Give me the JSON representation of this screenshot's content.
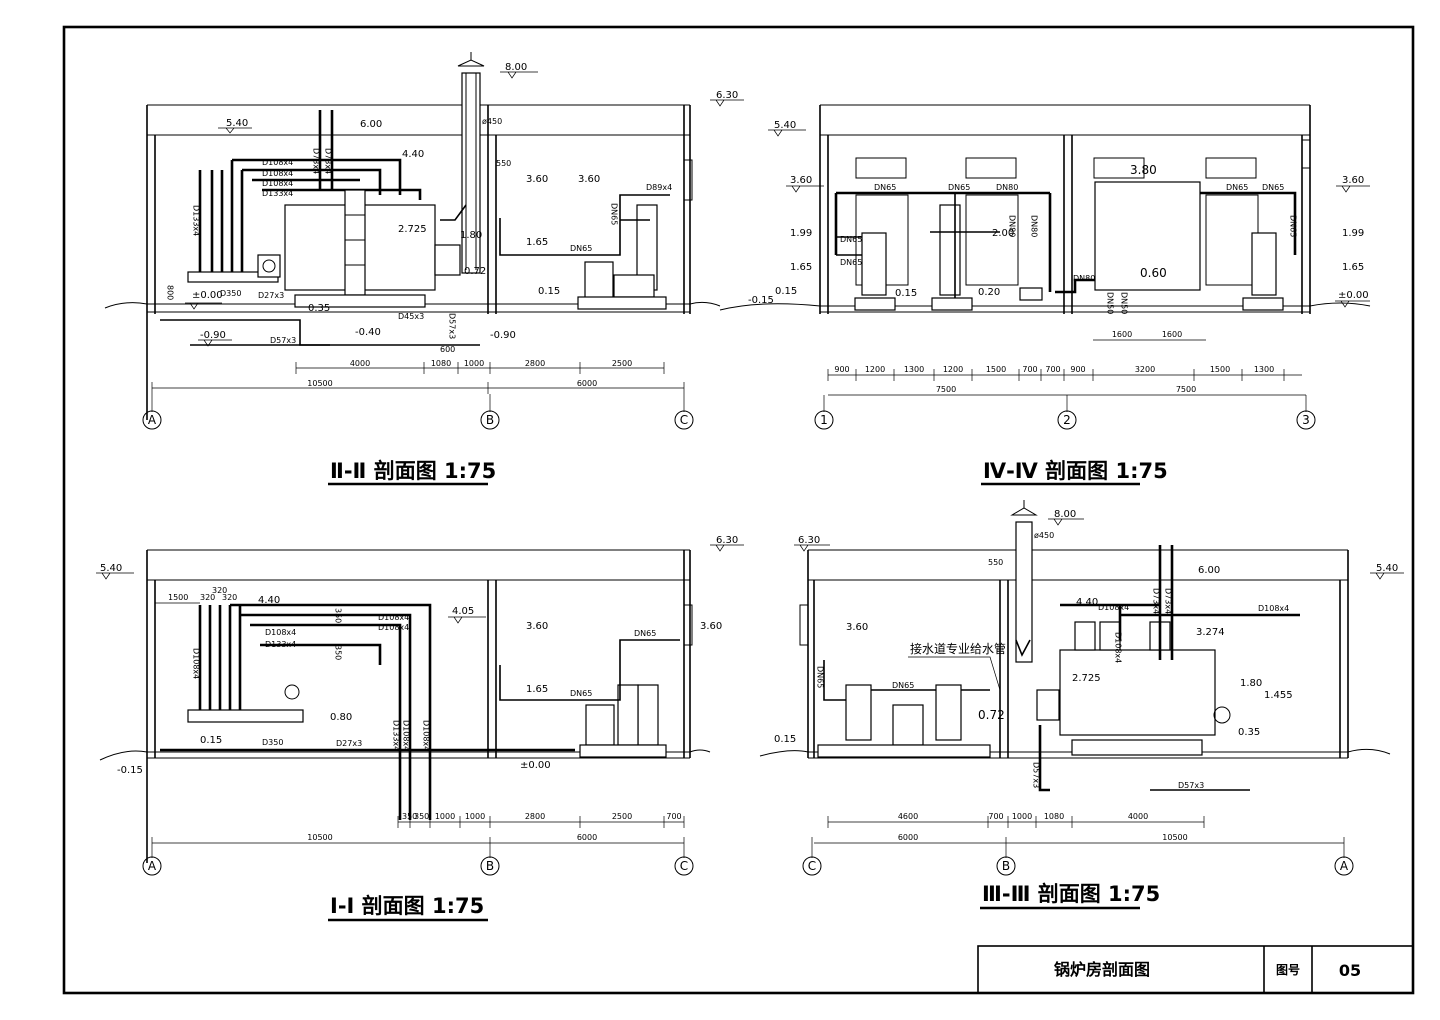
{
  "sheet": {
    "drawing_title": "锅炉房剖面图",
    "drawing_no_label": "图号",
    "drawing_no": "05"
  },
  "section_2": {
    "title": "Ⅱ-Ⅱ 剖面图  1:75",
    "axis": [
      "A",
      "B",
      "C"
    ],
    "elev": [
      "5.40",
      "6.00",
      "8.00",
      "6.30",
      "4.40",
      "3.60",
      "3.60",
      "2.725",
      "1.80",
      "1.65",
      "0.72",
      "0.35",
      "0.15",
      "±0.00",
      "-0.40",
      "-0.90",
      "-0.90"
    ],
    "pipes": [
      "D108x4",
      "D108x4",
      "D108x4",
      "D133x4",
      "D133x4",
      "D73x4",
      "D73x4",
      "D89x4",
      "DN65",
      "DN65",
      "D350",
      "D27x3",
      "D57x3",
      "D57x3",
      "D45x3",
      "ø450"
    ],
    "dims": [
      "4000",
      "1080",
      "1000",
      "2800",
      "2500",
      "10500",
      "6000",
      "550",
      "600",
      "800"
    ]
  },
  "section_4": {
    "title": "Ⅳ-Ⅳ 剖面图  1:75",
    "axis": [
      "1",
      "2",
      "3"
    ],
    "elev": [
      "5.40",
      "3.60",
      "1.99",
      "1.65",
      "0.15",
      "-0.15",
      "0.15",
      "0.20",
      "2.00",
      "3.80",
      "0.60",
      "3.60",
      "1.99",
      "1.65",
      "±0.00"
    ],
    "pipes": [
      "DN65",
      "DN65",
      "DN65",
      "DN65",
      "DN65",
      "DN80",
      "DN80",
      "DN80",
      "DN80",
      "DN50",
      "DN50",
      "DN65",
      "DN65"
    ],
    "dims": [
      "900",
      "1200",
      "1300",
      "1200",
      "1500",
      "700",
      "700",
      "900",
      "3200",
      "1500",
      "1300",
      "1600",
      "1600",
      "7500",
      "7500"
    ]
  },
  "section_1": {
    "title": "Ⅰ-Ⅰ 剖面图  1:75",
    "axis": [
      "A",
      "B",
      "C"
    ],
    "elev": [
      "5.40",
      "6.30",
      "4.40",
      "4.05",
      "3.60",
      "3.60",
      "1.65",
      "0.80",
      "0.15",
      "-0.15",
      "±0.00"
    ],
    "pipes": [
      "D108x4",
      "D108x4",
      "D108x4",
      "D133x4",
      "D133x4",
      "D108x4",
      "D108x4",
      "D108x4",
      "DN65",
      "DN65",
      "D350",
      "D27x3"
    ],
    "dims": [
      "1500",
      "320",
      "320",
      "320",
      "350",
      "350",
      "350",
      "350",
      "1000",
      "1000",
      "2800",
      "2500",
      "700",
      "10500",
      "6000"
    ]
  },
  "section_3": {
    "title": "Ⅲ-Ⅲ 剖面图  1:75",
    "axis": [
      "C",
      "B",
      "A"
    ],
    "note": "接水道专业给水管",
    "elev": [
      "6.30",
      "5.40",
      "8.00",
      "6.00",
      "4.40",
      "3.60",
      "3.274",
      "2.725",
      "1.80",
      "1.455",
      "0.72",
      "0.35",
      "0.15"
    ],
    "pipes": [
      "D108x4",
      "D108x4",
      "D73x4",
      "D73x4",
      "D108x4",
      "DN65",
      "DN65",
      "D57x3",
      "D57x3",
      "ø450"
    ],
    "dims": [
      "4600",
      "700",
      "1000",
      "1080",
      "4000",
      "6000",
      "10500",
      "550"
    ]
  }
}
